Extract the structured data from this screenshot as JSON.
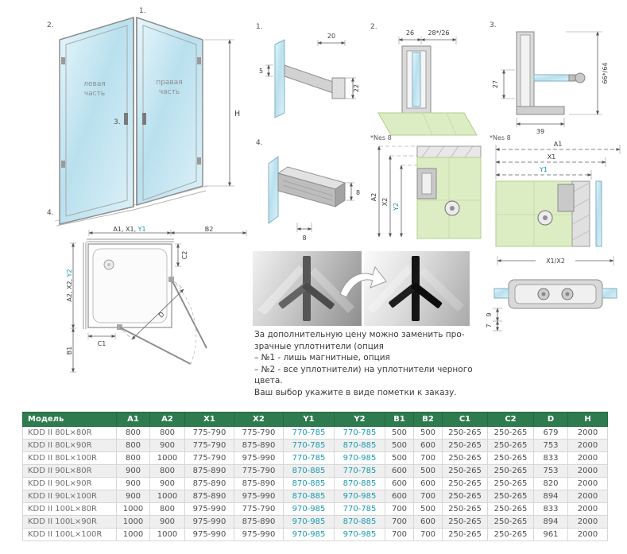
{
  "colors": {
    "teal": "#1a9aae",
    "table_header_green": "#2e7b4f",
    "green_fill": "#dcedc4",
    "glass_blue": "#bfe2ef"
  },
  "iso": {
    "marker_1": "1.",
    "marker_2": "2.",
    "marker_3": "3.",
    "marker_4": "4.",
    "left_part": [
      "левая",
      "часть"
    ],
    "right_part": [
      "правая",
      "часть"
    ],
    "height_label": "H"
  },
  "plan": {
    "top_left_dim": "A1, X1,",
    "top_left_dim_teal": "Y1",
    "top_right_dim": "B2",
    "left_upper_dim": "A2, X2,",
    "left_upper_dim_teal": "Y2",
    "left_lower_dim": "B1",
    "c1": "C1",
    "c2": "C2",
    "diagonal": "D"
  },
  "details": {
    "d1": {
      "num": "1.",
      "dim_top": "20",
      "dim_left": "5",
      "dim_right": "22"
    },
    "d2": {
      "num": "2.",
      "dim_left": "26",
      "dim_right": "28*/26",
      "note": "*Nes 8"
    },
    "d3": {
      "num": "3.",
      "dim_left": "27",
      "dim_right": "66*/64",
      "dim_bottom": "39",
      "note": "*Nes 8"
    },
    "d4": {
      "num": "4.",
      "dim_right": "8",
      "dim_bottom": "8"
    },
    "d5": {
      "dim_a": "A2",
      "dim_x": "X2",
      "dim_y": "Y2"
    },
    "d6": {
      "dim_a": "A1",
      "dim_x": "X1",
      "dim_y": "Y1"
    },
    "d7": {
      "title": "X1/X2",
      "dim_upper": "9",
      "dim_lower": "7"
    }
  },
  "note": {
    "lines": [
      "За дополнительную цену можно заменить про-",
      "зрачные уплотнители (опция",
      "– №1 - лишь магнитные, опция",
      "– №2 - все уплотнители)  на уплотнители черного",
      "цвета.",
      "Ваш выбор укажите в виде пометки к заказу."
    ]
  },
  "table": {
    "headers": [
      "Модель",
      "A1",
      "A2",
      "X1",
      "X2",
      "Y1",
      "Y2",
      "B1",
      "B2",
      "C1",
      "C2",
      "D",
      "H"
    ],
    "teal_columns": [
      4,
      5
    ],
    "rows": [
      {
        "model": "KDD II 80L×80R",
        "values": [
          "800",
          "800",
          "775-790",
          "775-790",
          "770-785",
          "770-785",
          "500",
          "500",
          "250-265",
          "250-265",
          "679",
          "2000"
        ]
      },
      {
        "model": "KDD II 80L×90R",
        "values": [
          "800",
          "900",
          "775-790",
          "875-890",
          "770-785",
          "870-885",
          "500",
          "600",
          "250-265",
          "250-265",
          "753",
          "2000"
        ]
      },
      {
        "model": "KDD II 80L×100R",
        "values": [
          "800",
          "1000",
          "775-790",
          "975-990",
          "770-785",
          "970-985",
          "500",
          "700",
          "250-265",
          "250-265",
          "833",
          "2000"
        ]
      },
      {
        "model": "KDD II 90L×80R",
        "values": [
          "900",
          "800",
          "875-890",
          "775-790",
          "870-885",
          "770-785",
          "600",
          "500",
          "250-265",
          "250-265",
          "753",
          "2000"
        ]
      },
      {
        "model": "KDD II 90L×90R",
        "values": [
          "900",
          "900",
          "875-890",
          "875-890",
          "870-885",
          "870-885",
          "600",
          "600",
          "250-265",
          "250-265",
          "820",
          "2000"
        ]
      },
      {
        "model": "KDD II 90L×100R",
        "values": [
          "900",
          "1000",
          "875-890",
          "975-990",
          "870-885",
          "970-985",
          "600",
          "700",
          "250-265",
          "250-265",
          "894",
          "2000"
        ]
      },
      {
        "model": "KDD II 100L×80R",
        "values": [
          "1000",
          "800",
          "975-990",
          "775-790",
          "970-985",
          "770-785",
          "700",
          "500",
          "250-265",
          "250-265",
          "833",
          "2000"
        ]
      },
      {
        "model": "KDD II 100L×90R",
        "values": [
          "1000",
          "900",
          "975-990",
          "875-890",
          "970-985",
          "870-885",
          "700",
          "600",
          "250-265",
          "250-265",
          "894",
          "2000"
        ]
      },
      {
        "model": "KDD II 100L×100R",
        "values": [
          "1000",
          "1000",
          "975-990",
          "975-990",
          "970-985",
          "970-985",
          "700",
          "700",
          "250-265",
          "250-265",
          "961",
          "2000"
        ]
      }
    ]
  }
}
